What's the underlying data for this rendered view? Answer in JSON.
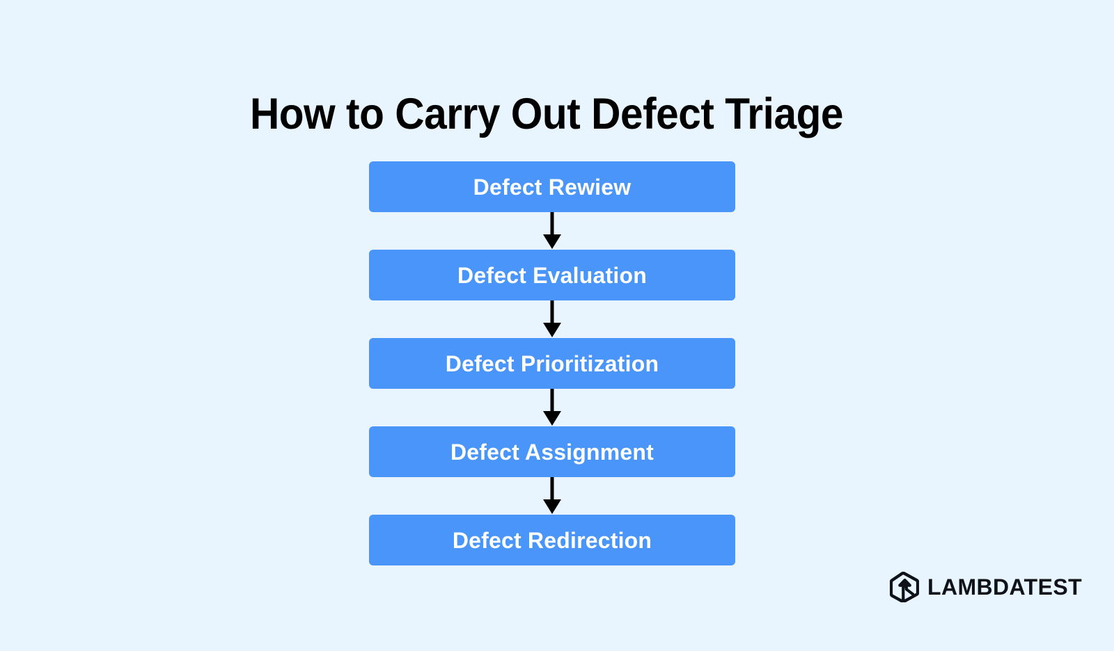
{
  "page": {
    "title": "How to Carry Out Defect Triage",
    "background_color": "#e8f4fe"
  },
  "colors": {
    "background": "#e8f4fe",
    "step_fill": "#4a95f9",
    "step_text": "#ffffff",
    "title_text": "#000000",
    "arrow": "#000000",
    "brand_text": "#0f1319"
  },
  "flow": {
    "type": "vertical-process-flow",
    "connector_icon": "down-arrow-icon",
    "steps": [
      {
        "order": 1,
        "label": "Defect Rewiew"
      },
      {
        "order": 2,
        "label": "Defect Evaluation"
      },
      {
        "order": 3,
        "label": "Defect Prioritization"
      },
      {
        "order": 4,
        "label": "Defect Assignment"
      },
      {
        "order": 5,
        "label": "Defect Redirection"
      }
    ]
  },
  "brand": {
    "name": "LAMBDATEST",
    "mark_icon": "lambdatest-hexagon-logo-icon"
  }
}
